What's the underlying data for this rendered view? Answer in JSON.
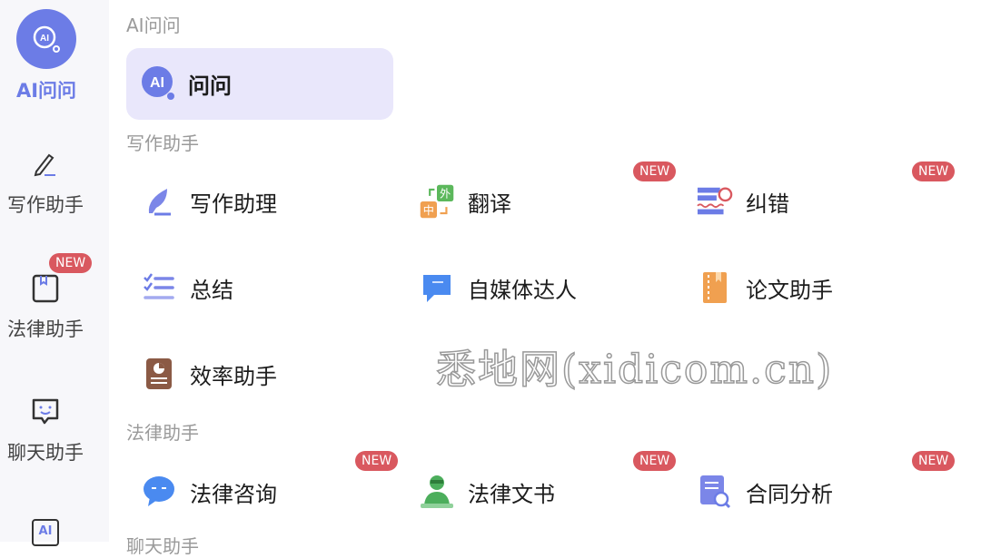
{
  "sidebar": {
    "items": [
      {
        "label": "AI问问",
        "active": true
      },
      {
        "label": "写作助手"
      },
      {
        "label": "法律助手",
        "badge": "NEW"
      },
      {
        "label": "聊天助手"
      },
      {
        "label": "AI"
      }
    ]
  },
  "sections": [
    {
      "title": "AI问问",
      "items": [
        {
          "label": "问问",
          "icon": "ai-search-icon"
        }
      ]
    },
    {
      "title": "写作助手",
      "items": [
        {
          "label": "写作助理",
          "icon": "quill-icon"
        },
        {
          "label": "翻译",
          "icon": "translate-icon",
          "badge": "NEW",
          "icon_text": [
            "外",
            "中"
          ]
        },
        {
          "label": "纠错",
          "icon": "correction-icon",
          "badge": "NEW"
        },
        {
          "label": "总结",
          "icon": "checklist-icon"
        },
        {
          "label": "自媒体达人",
          "icon": "chat-flag-icon"
        },
        {
          "label": "论文助手",
          "icon": "thesis-book-icon"
        },
        {
          "label": "效率助手",
          "icon": "efficiency-icon"
        }
      ]
    },
    {
      "title": "法律助手",
      "items": [
        {
          "label": "法律咨询",
          "icon": "chat-bubble-icon",
          "badge": "NEW"
        },
        {
          "label": "法律文书",
          "icon": "lawyer-icon",
          "badge": "NEW"
        },
        {
          "label": "合同分析",
          "icon": "contract-search-icon",
          "badge": "NEW"
        }
      ]
    },
    {
      "title": "聊天助手"
    }
  ],
  "watermark": "悉地网(xidicom.cn)",
  "colors": {
    "accent": "#6c7ce6",
    "badge": "#d9585f",
    "highlight": "#e9e7fb"
  }
}
